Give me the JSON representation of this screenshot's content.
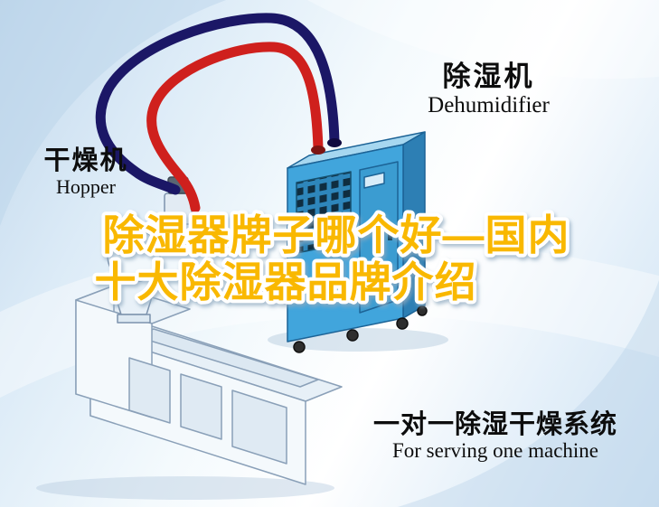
{
  "title": {
    "line1": "除湿器牌子哪个好—国内",
    "line2": "十大除湿器品牌介绍",
    "fill_color": "#f9b800",
    "outline_color": "#ffffff"
  },
  "callouts": {
    "dehumidifier": {
      "cn": "除湿机",
      "en": "Dehumidifier"
    },
    "hopper": {
      "cn": "干燥机",
      "en": "Hopper"
    },
    "system": {
      "cn": "一对一除湿干燥系统",
      "en": "For serving one machine"
    }
  },
  "diagram": {
    "dehumidifier_unit": {
      "front_color": "#41a5dc",
      "side_color": "#2d7fb4",
      "top_color": "#a6d7f0"
    },
    "pipes": {
      "return_pipe_color": "#1b1766",
      "supply_pipe_color": "#cf201d"
    },
    "extruder": {
      "line_color": "#8aa0b8",
      "fill_color": "#f4f9fc"
    }
  },
  "background": {
    "base_color": "#cfe2f2",
    "swoosh_color": "#ffffff"
  }
}
